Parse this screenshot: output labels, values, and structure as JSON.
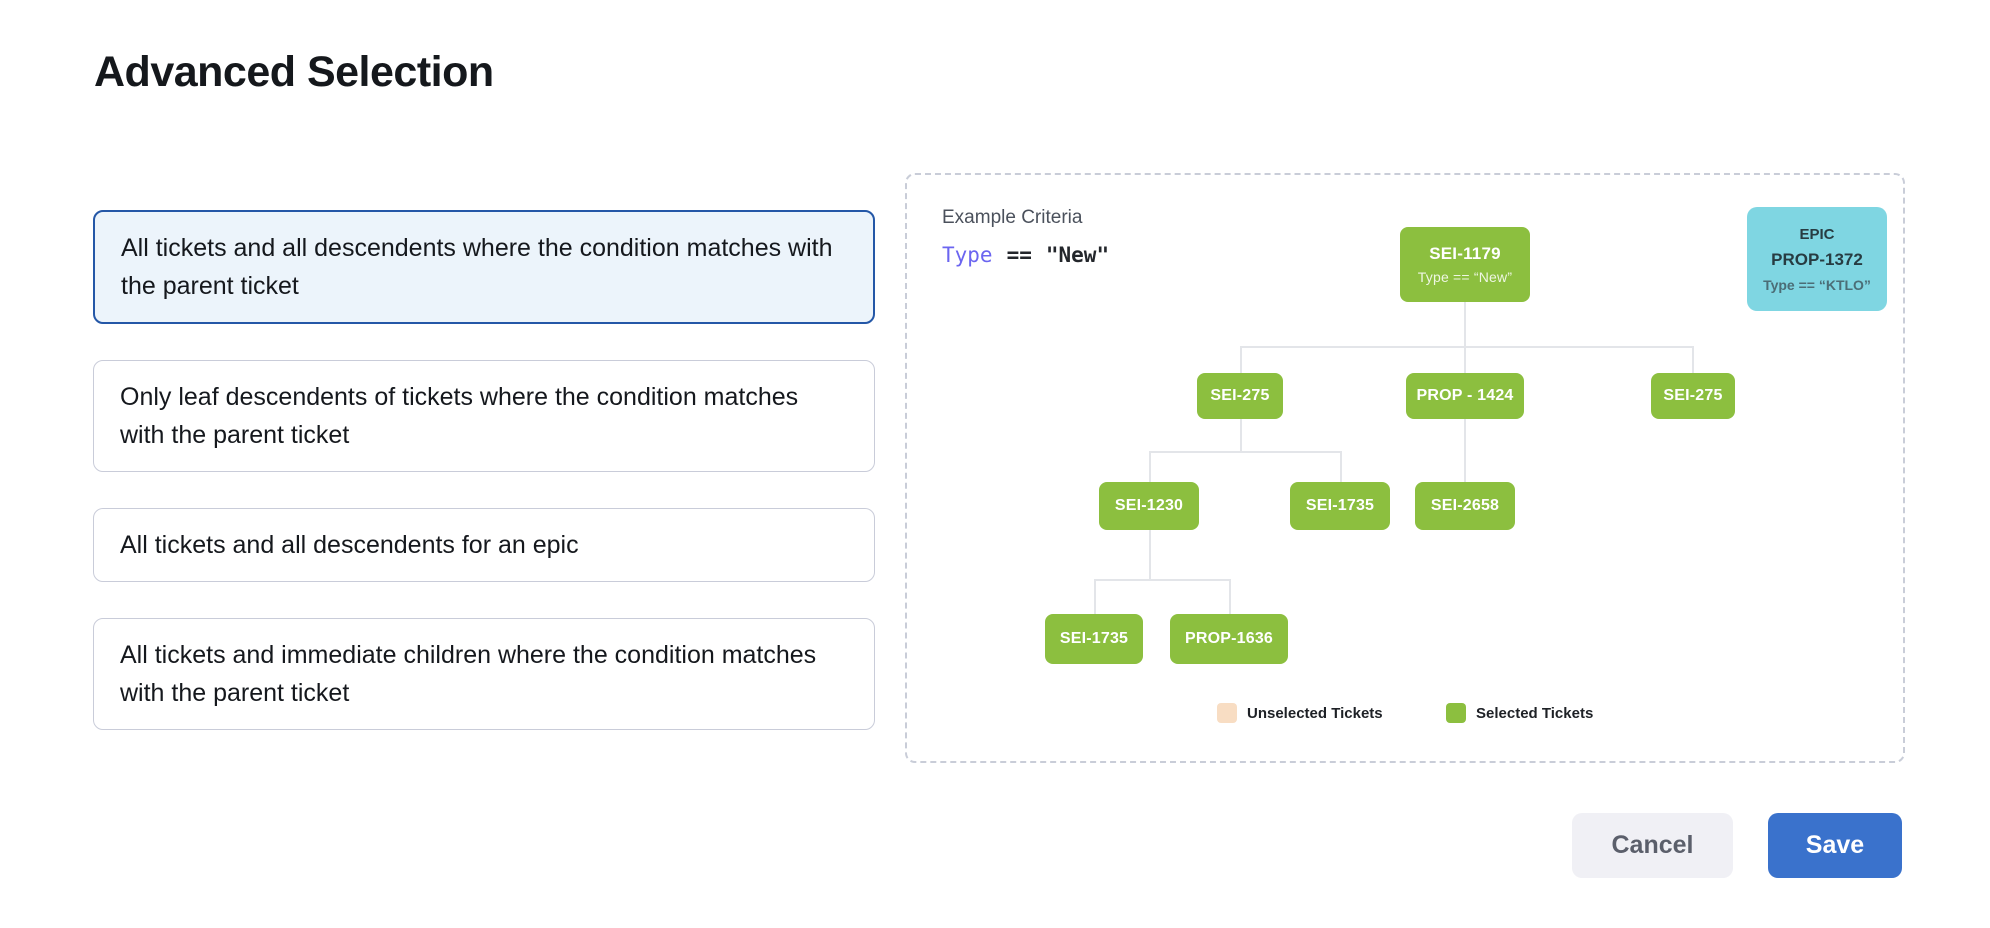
{
  "page": {
    "title": "Advanced Selection"
  },
  "options": [
    {
      "label": "All tickets and all descendents where the condition matches with the parent ticket",
      "selected": true
    },
    {
      "label": "Only leaf descendents of tickets where the condition matches with the parent ticket",
      "selected": false
    },
    {
      "label": "All tickets and all descendents for an epic",
      "selected": false
    },
    {
      "label": "All tickets and immediate children where the condition matches with the parent ticket",
      "selected": false
    }
  ],
  "example": {
    "heading": "Example Criteria",
    "criteria": {
      "field": "Type",
      "operator": "==",
      "value": "\"New\""
    }
  },
  "epic_card": {
    "type_label": "EPIC",
    "id": "PROP-1372",
    "condition": "Type == “KTLO”"
  },
  "tree": {
    "root": {
      "id": "SEI-1179",
      "condition": "Type == “New”"
    },
    "level2": [
      "SEI-275",
      "PROP - 1424",
      "SEI-275"
    ],
    "level3": [
      "SEI-1230",
      "SEI-1735",
      "SEI-2658"
    ],
    "level4": [
      "SEI-1735",
      "PROP-1636"
    ]
  },
  "legend": [
    {
      "label": "Unselected Tickets",
      "color": "#f8ddc3"
    },
    {
      "label": "Selected Tickets",
      "color": "#8cbf3f"
    }
  ],
  "actions": {
    "cancel": "Cancel",
    "save": "Save"
  },
  "colors": {
    "selected_node_green": "#8cbf3f",
    "unselected_ticket_peach": "#f8ddc3",
    "epic_card_cyan": "#7fd6e2",
    "selected_option_border": "#2457a7",
    "selected_option_bg": "#ecf4fb",
    "save_button_blue": "#3a72cc",
    "criteria_field_purple": "#6b65f0"
  }
}
